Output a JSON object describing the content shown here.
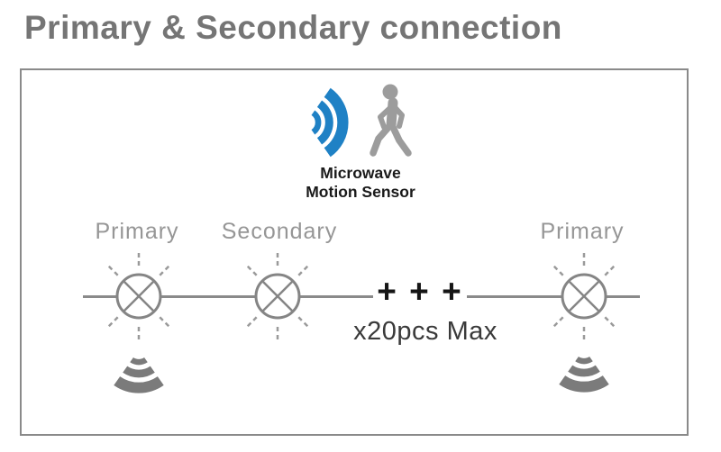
{
  "title": "Primary & Secondary connection",
  "sensor_legend": {
    "line1": "Microwave",
    "line2": "Motion Sensor",
    "icons": [
      "microwave-waves-icon",
      "walking-person-icon"
    ]
  },
  "diagram": {
    "nodes": [
      {
        "label": "Primary",
        "has_sensor_beam": true
      },
      {
        "label": "Secondary",
        "has_sensor_beam": false
      },
      {
        "label": "Primary",
        "has_sensor_beam": true
      }
    ],
    "expansion": {
      "plus_symbols": "+ + +",
      "max_label": "x20pcs Max"
    }
  },
  "colors": {
    "accent_blue": "#1f81c5",
    "title_gray": "#757575",
    "label_gray": "#969696",
    "line_gray": "#8a8a8a",
    "icon_gray": "#9c9c9c",
    "beam_gray": "#7b7b7b",
    "text_dark": "#1a1a1a"
  }
}
